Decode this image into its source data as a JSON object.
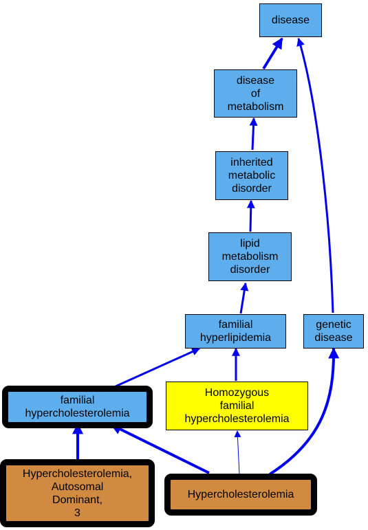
{
  "colors": {
    "node_blue": "#5eaeee",
    "node_yellow": "#ffff00",
    "node_orange": "#d08a42",
    "edge": "#0000ee",
    "border": "#000000"
  },
  "nodes": {
    "disease": "disease",
    "disease_of_metabolism": "disease\nof\nmetabolism",
    "inherited_metabolic_disorder": "inherited\nmetabolic\ndisorder",
    "lipid_metabolism_disorder": "lipid\nmetabolism\ndisorder",
    "familial_hyperlipidemia": "familial\nhyperlipidemia",
    "genetic_disease": "genetic\ndisease",
    "familial_hypercholesterolemia": "familial\nhypercholesterolemia",
    "homozygous_fh": "Homozygous\nfamilial\nhypercholesterolemia",
    "hypercholesterolemia_ad3": "Hypercholesterolemia,\nAutosomal\nDominant,\n3",
    "hypercholesterolemia": "Hypercholesterolemia"
  }
}
